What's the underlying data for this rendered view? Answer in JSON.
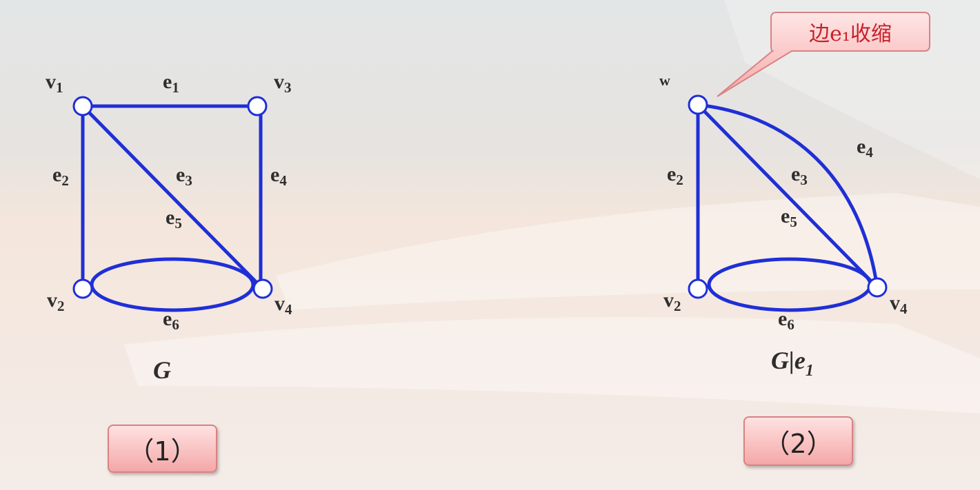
{
  "graph_left": {
    "vertices": [
      {
        "id": "v1",
        "label": "v",
        "sub": "1"
      },
      {
        "id": "v3",
        "label": "v",
        "sub": "3"
      },
      {
        "id": "v2",
        "label": "v",
        "sub": "2"
      },
      {
        "id": "v4",
        "label": "v",
        "sub": "4"
      }
    ],
    "edges": [
      {
        "id": "e1",
        "label": "e",
        "sub": "1"
      },
      {
        "id": "e2",
        "label": "e",
        "sub": "2"
      },
      {
        "id": "e3",
        "label": "e",
        "sub": "3"
      },
      {
        "id": "e4",
        "label": "e",
        "sub": "4"
      },
      {
        "id": "e5",
        "label": "e",
        "sub": "5"
      },
      {
        "id": "e6",
        "label": "e",
        "sub": "6"
      }
    ],
    "name": "G"
  },
  "graph_right": {
    "vertices": [
      {
        "id": "w",
        "label": "w",
        "sub": ""
      },
      {
        "id": "v2",
        "label": "v",
        "sub": "2"
      },
      {
        "id": "v4",
        "label": "v",
        "sub": "4"
      }
    ],
    "edges": [
      {
        "id": "e2",
        "label": "e",
        "sub": "2"
      },
      {
        "id": "e3",
        "label": "e",
        "sub": "3"
      },
      {
        "id": "e4",
        "label": "e",
        "sub": "4"
      },
      {
        "id": "e5",
        "label": "e",
        "sub": "5"
      },
      {
        "id": "e6",
        "label": "e",
        "sub": "6"
      }
    ],
    "name_main": "G|e",
    "name_sub": "1"
  },
  "callout": {
    "text": "边e₁收缩"
  },
  "buttons": {
    "left": "（1）",
    "right": "（2）"
  },
  "colors": {
    "edge": "#1f2fd6",
    "callout_text": "#c8202a",
    "button_fill": "#f4a7a7"
  }
}
